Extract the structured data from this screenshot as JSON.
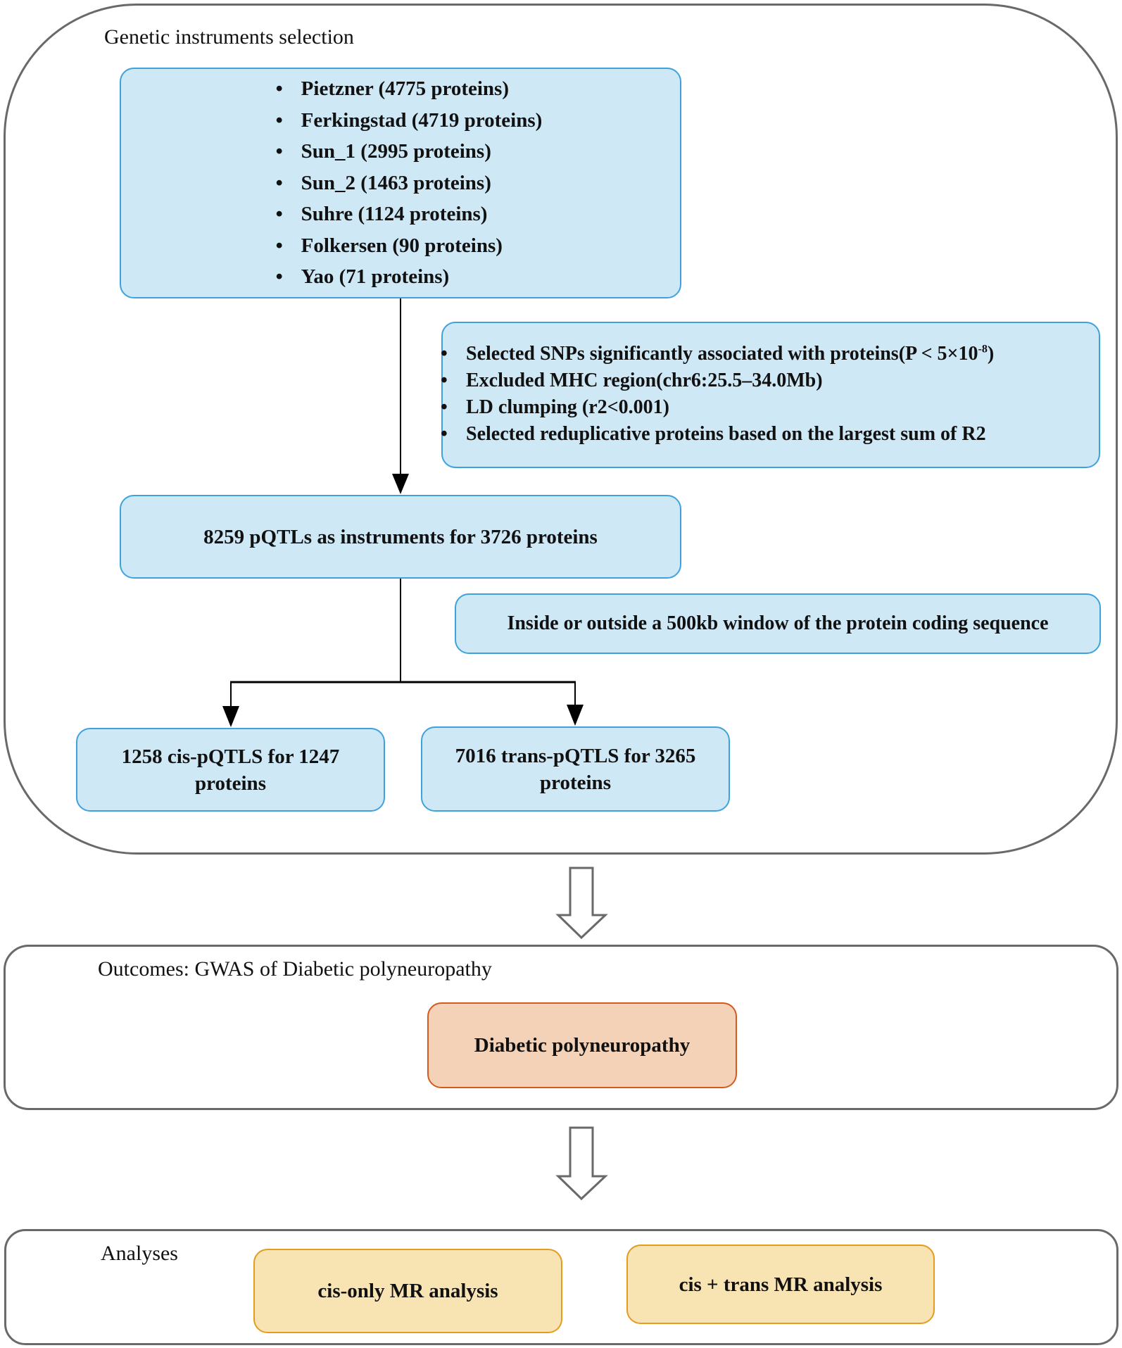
{
  "panels": {
    "instruments": {
      "title": "Genetic instruments selection"
    },
    "outcomes": {
      "title": "Outcomes: GWAS of Diabetic polyneuropathy"
    },
    "analyses": {
      "title": "Analyses"
    }
  },
  "sources": {
    "items": [
      "Pietzner (4775 proteins)",
      "Ferkingstad (4719 proteins)",
      "Sun_1 (2995 proteins)",
      "Sun_2 (1463 proteins)",
      "Suhre (1124 proteins)",
      "Folkersen (90 proteins)",
      "Yao (71 proteins)"
    ]
  },
  "criteria": {
    "items": [
      {
        "text": "Selected SNPs significantly associated with proteins(P < 5×10",
        "sup": "-8",
        "tail": ")"
      },
      {
        "text": "Excluded MHC region(chr6:25.5–34.0Mb)"
      },
      {
        "text": "LD clumping (r2<0.001)"
      },
      {
        "text": "Selected reduplicative proteins based on the largest sum of R2"
      }
    ]
  },
  "instruments_node": {
    "label": "8259 pQTLs as instruments for 3726 proteins"
  },
  "window_node": {
    "label": "Inside or outside a 500kb window of the protein coding sequence"
  },
  "cis_node": {
    "line1": "1258 cis-pQTLS for 1247",
    "line2": "proteins"
  },
  "trans_node": {
    "line1": "7016 trans-pQTLS for 3265",
    "line2": "proteins"
  },
  "outcome_node": {
    "label": "Diabetic polyneuropathy"
  },
  "analysis_nodes": [
    {
      "label": "cis-only MR analysis"
    },
    {
      "label": "cis + trans MR analysis"
    }
  ],
  "colors": {
    "blue_fill": "#cfe8f6",
    "blue_border": "#3ea2dc",
    "orange_fill": "#f3d2b7",
    "orange_border": "#d45b1d",
    "yellow_fill": "#f8e3b3",
    "yellow_border": "#e49c20",
    "panel_border": "#6b6869"
  }
}
